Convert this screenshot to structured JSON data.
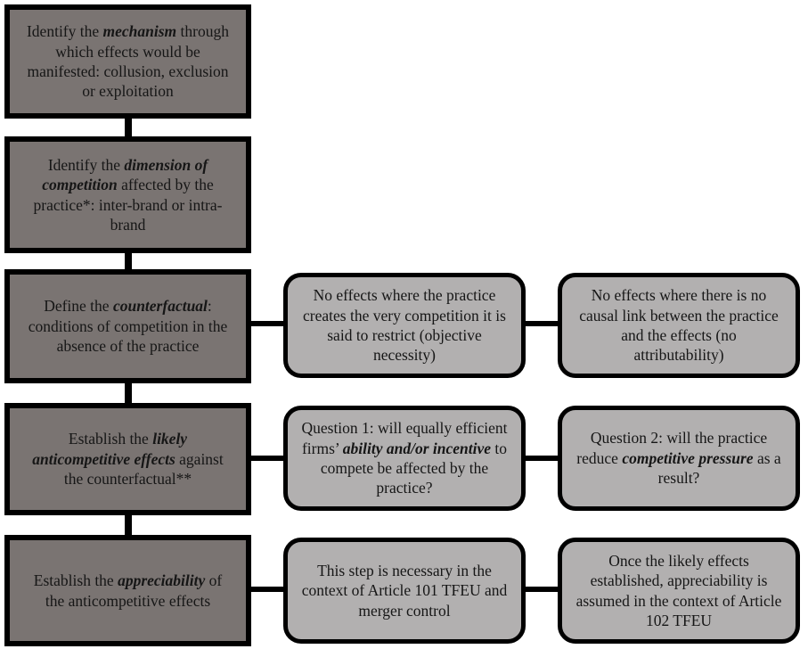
{
  "colors": {
    "dark_box_fill": "#7a7472",
    "light_box_fill": "#b2b0b0",
    "line": "#000000",
    "background": "#ffffff",
    "text": "#161616"
  },
  "diagram": {
    "left_column": [
      {
        "name": "identify-mechanism",
        "segments": [
          {
            "t": "Identify the "
          },
          {
            "t": "mechanism",
            "em": true
          },
          {
            "t": " through which effects would be manifested: collusion, exclusion or exploitation"
          }
        ]
      },
      {
        "name": "identify-dimension",
        "segments": [
          {
            "t": "Identify the "
          },
          {
            "t": "dimension of competition",
            "em": true
          },
          {
            "t": " affected by the practice*: inter-brand or intra-brand"
          }
        ]
      },
      {
        "name": "define-counterfactual",
        "segments": [
          {
            "t": "Define the "
          },
          {
            "t": "counterfactual",
            "em": true
          },
          {
            "t": ": conditions of competition in the absence of the practice"
          }
        ]
      },
      {
        "name": "establish-likely-effects",
        "segments": [
          {
            "t": "Establish the "
          },
          {
            "t": "likely anticompetitive effects",
            "em": true
          },
          {
            "t": " against the counterfactual**"
          }
        ]
      },
      {
        "name": "establish-appreciability",
        "segments": [
          {
            "t": "Establish the "
          },
          {
            "t": "appreciability",
            "em": true
          },
          {
            "t": " of the anticompetitive effects"
          }
        ]
      }
    ],
    "middle_column": [
      {
        "name": "objective-necessity-note",
        "segments": [
          {
            "t": "No effects where the practice creates the very competition it is said to restrict (objective necessity)"
          }
        ]
      },
      {
        "name": "question-1-note",
        "segments": [
          {
            "t": "Question 1: will equally efficient firms’ "
          },
          {
            "t": "ability and/or incentive",
            "em": true
          },
          {
            "t": " to compete be affected by the practice?"
          }
        ]
      },
      {
        "name": "article-101-note",
        "segments": [
          {
            "t": "This step is necessary in the context of Article 101 TFEU and merger control"
          }
        ]
      }
    ],
    "right_column": [
      {
        "name": "attributability-note",
        "segments": [
          {
            "t": "No effects where there is no causal link between the practice and the effects (no attributability)"
          }
        ]
      },
      {
        "name": "question-2-note",
        "segments": [
          {
            "t": "Question 2: will the practice reduce "
          },
          {
            "t": "competitive pressure",
            "em": true
          },
          {
            "t": " as a result?"
          }
        ]
      },
      {
        "name": "article-102-note",
        "segments": [
          {
            "t": "Once the likely effects established, appreciability is assumed in the context of Article 102 TFEU"
          }
        ]
      }
    ]
  }
}
